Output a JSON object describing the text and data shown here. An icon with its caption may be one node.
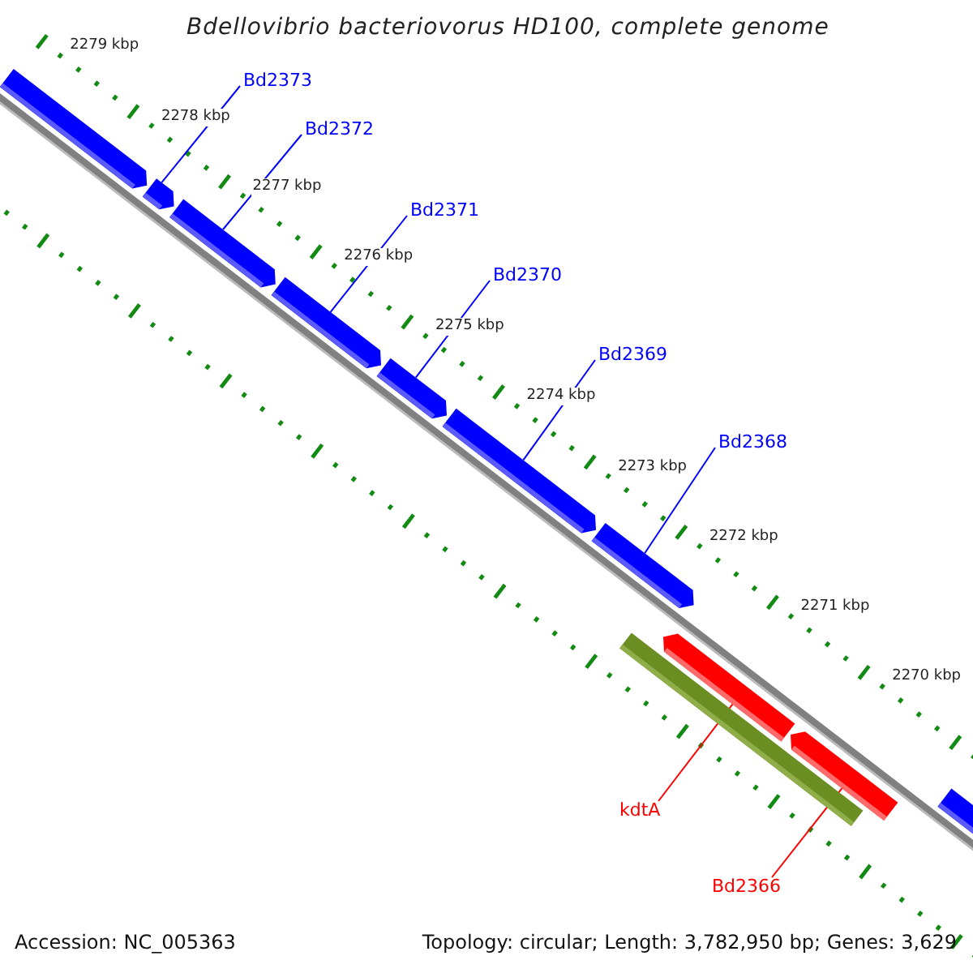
{
  "diagram": {
    "title": "Bdellovibrio bacteriovorus HD100, complete genome",
    "nodes": [
      {
        "text": [
          "Bd2373"
        ]
      },
      {
        "text": [
          "Bd2372"
        ]
      },
      {
        "text": [
          "Bd2371"
        ]
      },
      {
        "text": [
          "Bd2370"
        ]
      },
      {
        "text": [
          "Bd2369"
        ]
      },
      {
        "text": [
          "Bd2368"
        ]
      },
      {
        "text": [
          "kdtA"
        ]
      },
      {
        "text": [
          "Bd2366"
        ]
      },
      {
        "text": [],
        "shape": "arrow"
      },
      {
        "text": [],
        "shape": "arrow"
      },
      {
        "text": [],
        "shape": "arrow"
      },
      {
        "text": [],
        "shape": "arrow"
      },
      {
        "text": [],
        "shape": "arrow"
      },
      {
        "text": [],
        "shape": "arrow"
      },
      {
        "text": [],
        "shape": "arrow"
      },
      {
        "text": [],
        "shape": "arrow"
      },
      {
        "text": [],
        "shape": "arrow"
      },
      {
        "text": [],
        "shape": "arrow"
      },
      {
        "text": [],
        "shape": "bar"
      }
    ],
    "edges": [
      {
        "from": 0,
        "to": 8,
        "arrow": "none"
      },
      {
        "from": 1,
        "to": 9,
        "arrow": "none"
      },
      {
        "from": 2,
        "to": 10,
        "arrow": "none"
      },
      {
        "from": 3,
        "to": 11,
        "arrow": "none"
      },
      {
        "from": 4,
        "to": 12,
        "arrow": "none"
      },
      {
        "from": 5,
        "to": 13,
        "arrow": "none"
      },
      {
        "from": 6,
        "to": 14,
        "arrow": "none",
        "color": "#ff0000"
      },
      {
        "from": 7,
        "to": 15,
        "arrow": "none",
        "color": "#ff0000"
      }
    ],
    "labels": [
      "2279 kbp",
      "2278 kbp",
      "2277 kbp",
      "2276 kbp",
      "2275 kbp",
      "2274 kbp",
      "2273 kbp",
      "2272 kbp",
      "2271 kbp",
      "2270 kbp",
      "Accession: NC_005363",
      "Topology: circular; Length: 3,782,950 bp; Genes: 3,629"
    ]
  }
}
